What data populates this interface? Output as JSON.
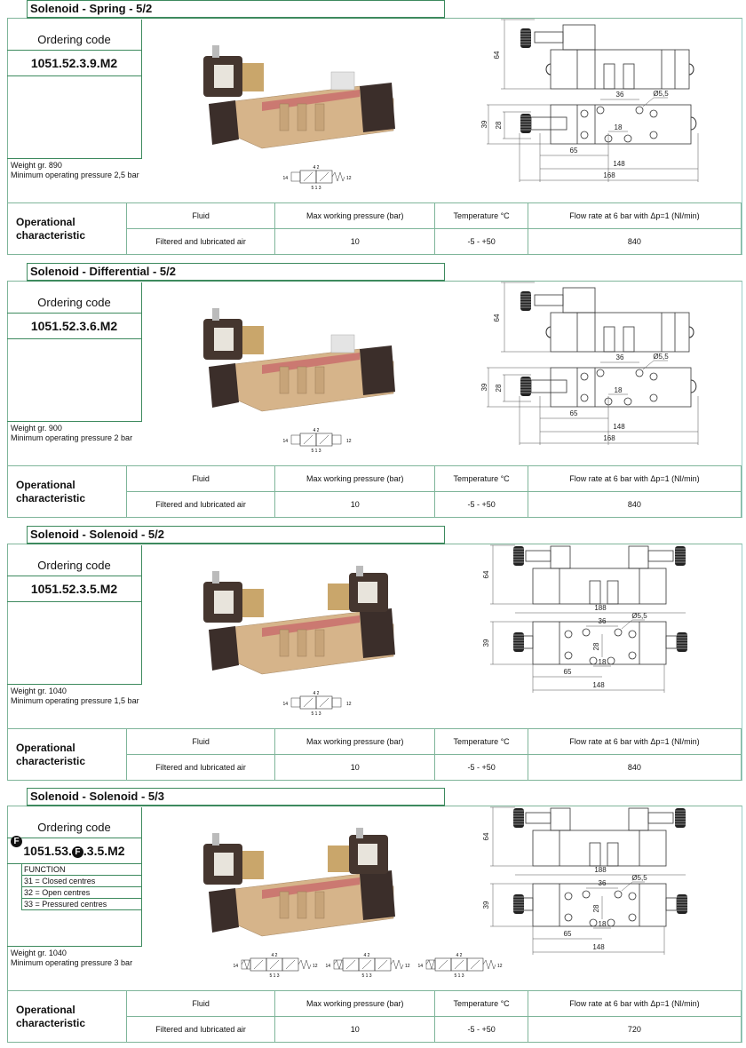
{
  "sections": [
    {
      "title": "Solenoid - Spring - 5/2",
      "ordering_label": "Ordering code",
      "code": "1051.52.3.9.M2",
      "weight": "Weight gr. 890",
      "min_pressure": "Minimum operating pressure 2,5 bar",
      "type": "single",
      "symbols": [
        {
          "left": "14",
          "right": "12",
          "top": "4 2",
          "bottom": "5 1 3",
          "return": "spring"
        }
      ],
      "dims": {
        "h": "64",
        "w": "39",
        "inner": "28",
        "pitch": "36",
        "hole": "Ø5,5",
        "small": "18",
        "offset": "65",
        "body": "148",
        "total": "168"
      },
      "table": {
        "heading": "Operational characteristic",
        "headers": [
          "Fluid",
          "Max working pressure (bar)",
          "Temperature °C",
          "Flow rate at 6 bar with Δp=1 (Nl/min)"
        ],
        "values": [
          "Filtered and lubricated air",
          "10",
          "-5 - +50",
          "840"
        ]
      }
    },
    {
      "title": "Solenoid - Differential - 5/2",
      "ordering_label": "Ordering code",
      "code": "1051.52.3.6.M2",
      "weight": "Weight gr. 900",
      "min_pressure": "Minimum operating pressure 2 bar",
      "type": "single",
      "symbols": [
        {
          "left": "14",
          "right": "12",
          "top": "4 2",
          "bottom": "5 1 3",
          "return": "air"
        }
      ],
      "dims": {
        "h": "64",
        "w": "39",
        "inner": "28",
        "pitch": "36",
        "hole": "Ø5,5",
        "small": "18",
        "offset": "65",
        "body": "148",
        "total": "168"
      },
      "table": {
        "heading": "Operational characteristic",
        "headers": [
          "Fluid",
          "Max working pressure (bar)",
          "Temperature °C",
          "Flow rate at 6 bar with Δp=1 (Nl/min)"
        ],
        "values": [
          "Filtered and lubricated air",
          "10",
          "-5 - +50",
          "840"
        ]
      }
    },
    {
      "title": "Solenoid - Solenoid - 5/2",
      "ordering_label": "Ordering code",
      "code": "1051.52.3.5.M2",
      "weight": "Weight gr. 1040",
      "min_pressure": "Minimum operating pressure 1,5 bar",
      "type": "double",
      "symbols": [
        {
          "left": "14",
          "right": "12",
          "top": "4 2",
          "bottom": "5 1 3",
          "return": "solenoid"
        }
      ],
      "dims": {
        "h": "64",
        "w": "39",
        "inner": "28",
        "pitch": "36",
        "hole": "Ø5,5",
        "small": "18",
        "offset": "65",
        "body": "148",
        "total": "188"
      },
      "table": {
        "heading": "Operational characteristic",
        "headers": [
          "Fluid",
          "Max working pressure (bar)",
          "Temperature °C",
          "Flow rate at 6 bar with Δp=1 (Nl/min)"
        ],
        "values": [
          "Filtered and lubricated air",
          "10",
          "-5 - +50",
          "840"
        ]
      }
    },
    {
      "title": "Solenoid - Solenoid - 5/3",
      "ordering_label": "Ordering code",
      "code_prefix": "1051.53.",
      "code_marker": "F",
      "code_suffix": ".3.5.M2",
      "function": {
        "marker": "F",
        "title": "FUNCTION",
        "items": [
          "31 = Closed centres",
          "32 = Open centres",
          "33 = Pressured centres"
        ]
      },
      "weight": "Weight gr. 1040",
      "min_pressure": "Minimum operating pressure 3 bar",
      "type": "double",
      "symbols": [
        {
          "left": "14",
          "right": "12",
          "top": "4 2",
          "bottom": "5 1 3",
          "return": "3pos"
        },
        {
          "left": "14",
          "right": "12",
          "top": "4 2",
          "bottom": "5 1 3",
          "return": "3pos"
        },
        {
          "left": "14",
          "right": "12",
          "top": "4 2",
          "bottom": "5 1 3",
          "return": "3pos"
        }
      ],
      "dims": {
        "h": "64",
        "w": "39",
        "inner": "28",
        "pitch": "36",
        "hole": "Ø5,5",
        "small": "18",
        "offset": "65",
        "body": "148",
        "total": "188"
      },
      "table": {
        "heading": "Operational characteristic",
        "headers": [
          "Fluid",
          "Max working pressure (bar)",
          "Temperature °C",
          "Flow rate at 6 bar with Δp=1 (Nl/min)"
        ],
        "values": [
          "Filtered and lubricated air",
          "10",
          "-5 - +50",
          "720"
        ]
      }
    }
  ],
  "colors": {
    "border": "#3d8a5e",
    "table_border": "#7fb59a",
    "body": "#d8b98f",
    "coil": "#4a3a34"
  }
}
